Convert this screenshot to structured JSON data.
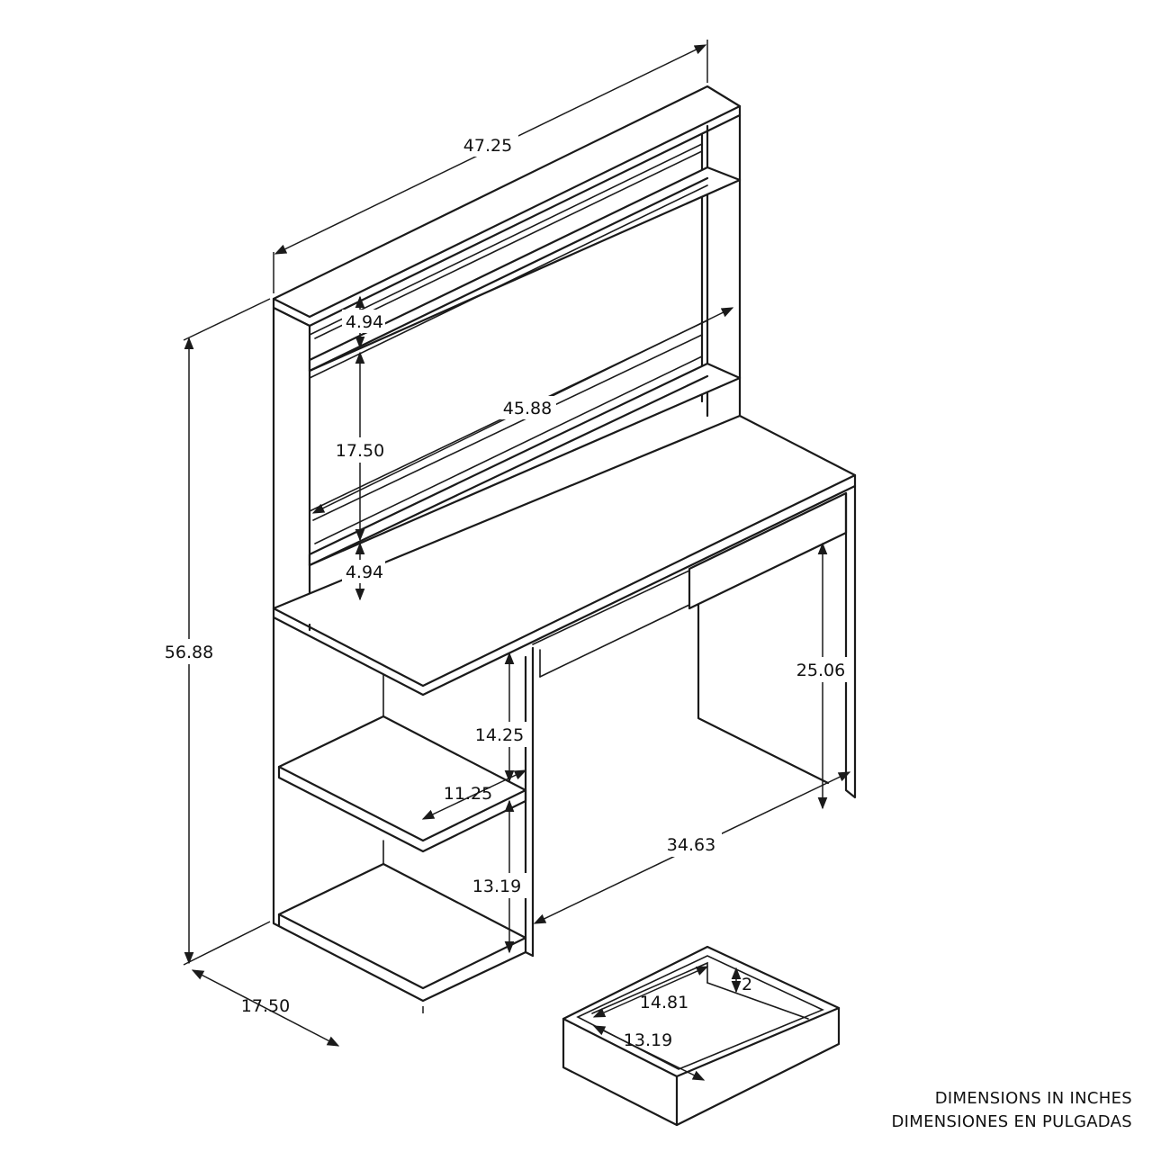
{
  "dimensions": {
    "hutch_width": "47.25",
    "total_height": "56.88",
    "top_cubby_height": "4.94",
    "hutch_opening_height": "17.50",
    "hutch_inner_width": "45.88",
    "lower_cubby_height": "4.94",
    "desk_leg_height": "25.06",
    "upper_shelf_height": "14.25",
    "shelf_depth": "11.25",
    "lower_shelf_height": "13.19",
    "knee_space_width": "34.63",
    "desk_depth": "17.50",
    "drawer_width": "14.81",
    "drawer_depth": "13.19",
    "drawer_height": "2"
  },
  "caption": {
    "line1": "DIMENSIONS IN INCHES",
    "line2": "DIMENSIONES EN PULGADAS"
  },
  "colors": {
    "line": "#1a1a1a",
    "background": "#ffffff"
  }
}
